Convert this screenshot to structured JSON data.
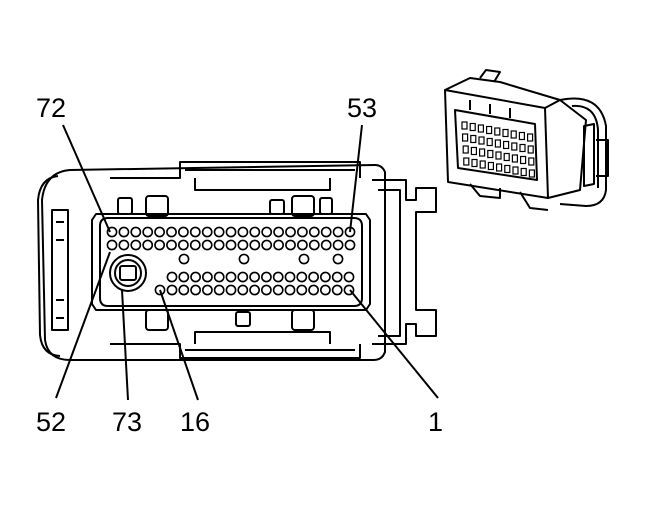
{
  "labels": {
    "top_left": "72",
    "top_right": "53",
    "bottom_1": "52",
    "bottom_2": "73",
    "bottom_3": "16",
    "bottom_4": "1"
  },
  "colors": {
    "line": "#000000",
    "background": "#ffffff"
  }
}
